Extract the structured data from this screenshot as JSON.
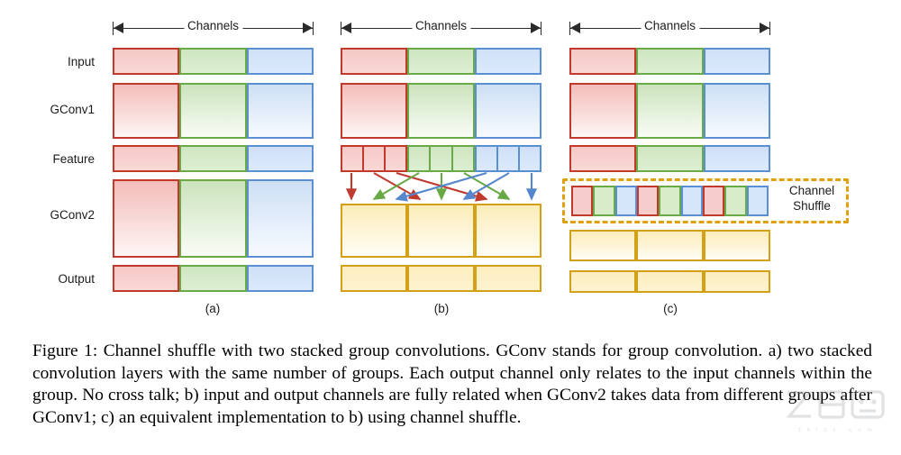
{
  "figure": {
    "ruler_label": "Channels",
    "row_labels": [
      "Input",
      "GConv1",
      "Feature",
      "GConv2",
      "Output"
    ],
    "panel_captions": [
      "(a)",
      "(b)",
      "(c)"
    ],
    "shuffle_label_line1": "Channel",
    "shuffle_label_line2": "Shuffle",
    "groups": [
      "red",
      "green",
      "blue"
    ],
    "group_count": 3,
    "subcells_per_group": 3,
    "shuffled_order": [
      "red",
      "green",
      "blue",
      "red",
      "green",
      "blue",
      "red",
      "green",
      "blue"
    ],
    "colors": {
      "red_border": "#c0392b",
      "red_fill": "#f7cdcb",
      "green_border": "#6aaa46",
      "green_fill": "#d8ecca",
      "blue_border": "#5b8fd4",
      "blue_fill": "#d5e5fa",
      "yellow_border": "#d4a017",
      "yellow_fill": "#fdeec0",
      "shuffle_dash": "#e0a012",
      "ruler": "#2b2b2b"
    }
  },
  "caption": {
    "text": "Figure 1: Channel shuffle with two stacked group convolutions. GConv stands for group convolution. a) two stacked convolution layers with the same number of groups. Each output channel only relates to the input channels within the group. No cross talk; b) input and output channels are fully related when GConv2 takes data from different groups after GConv1; c) an equivalent implementation to b) using channel shuffle."
  },
  "watermark": {
    "text": "z h i d x . c o m"
  }
}
